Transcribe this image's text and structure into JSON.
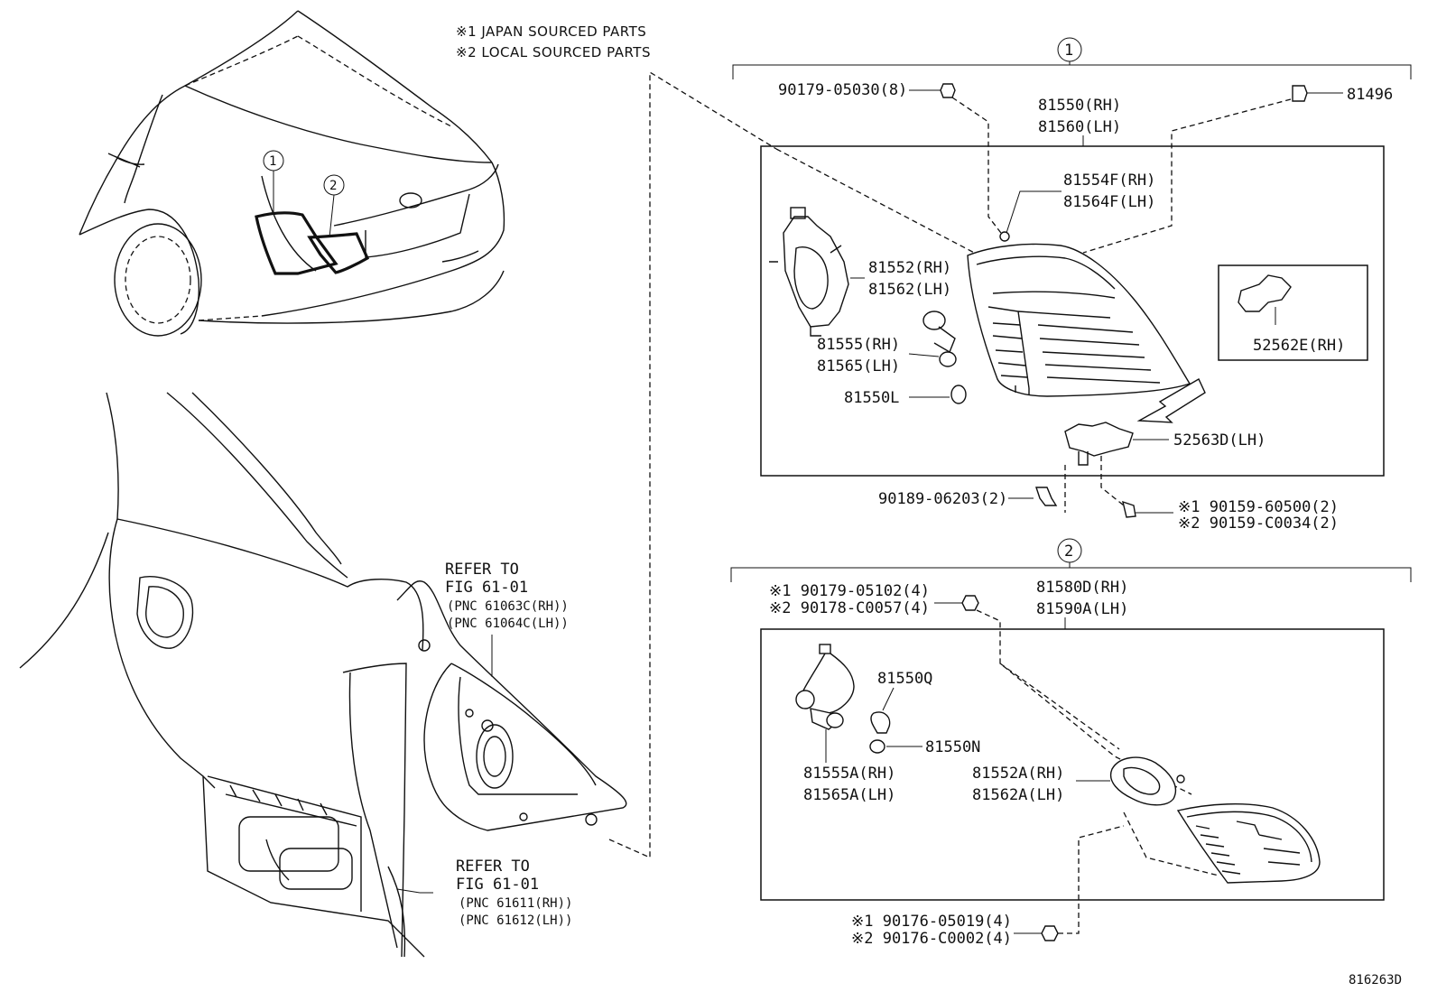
{
  "notes": {
    "japan": "※1 JAPAN SOURCED PARTS",
    "local": "※2 LOCAL SOURCED PARTS"
  },
  "callouts": {
    "one": "1",
    "two": "2"
  },
  "group1": {
    "bolt_top": "90179-05030(8)",
    "clip_top": "81496",
    "lamp_rh": "81550(RH)",
    "lamp_lh": "81560(LH)",
    "lens_rh": "81554F(RH)",
    "lens_lh": "81564F(LH)",
    "housing_rh": "81552(RH)",
    "housing_lh": "81562(LH)",
    "socket_rh": "81555(RH)",
    "socket_lh": "81565(LH)",
    "bulb": "81550L",
    "bracket_rh": "52562E(RH)",
    "bracket_lh": "52563D(LH)",
    "nut": "90189-06203(2)",
    "screw_1": "※1 90159-60500(2)",
    "screw_2": "※2 90159-C0034(2)"
  },
  "group2": {
    "bolt_1": "※1 90179-05102(4)",
    "bolt_2": "※2 90178-C0057(4)",
    "lamp_rh": "81580D(RH)",
    "lamp_lh": "81590A(LH)",
    "bulb_q": "81550Q",
    "bulb_n": "81550N",
    "socket_rh": "81555A(RH)",
    "socket_lh": "81565A(LH)",
    "housing_rh": "81552A(RH)",
    "housing_lh": "81562A(LH)",
    "screw_1": "※1 90176-05019(4)",
    "screw_2": "※2 90176-C0002(4)"
  },
  "refer_upper": {
    "line1": "REFER TO",
    "line2": "FIG 61-01",
    "pnc_rh": "(PNC 61063C(RH))",
    "pnc_lh": "(PNC 61064C(LH))"
  },
  "refer_lower": {
    "line1": "REFER TO",
    "line2": "FIG 61-01",
    "pnc_rh": "(PNC 61611(RH))",
    "pnc_lh": "(PNC 61612(LH))"
  },
  "figure_id": "816263D"
}
